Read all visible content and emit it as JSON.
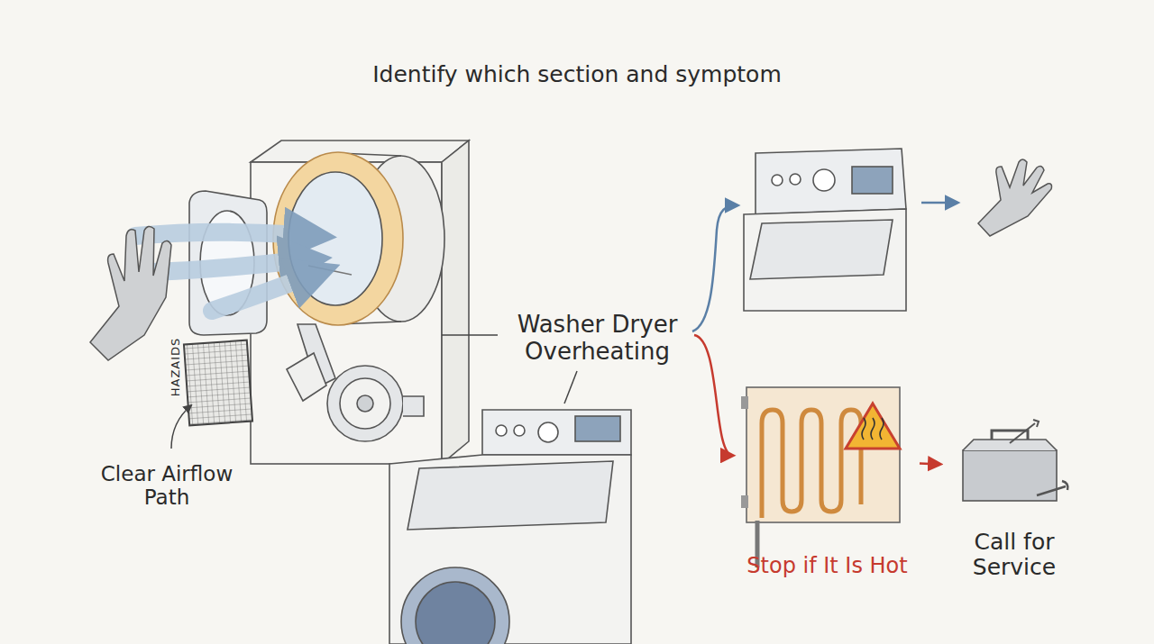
{
  "diagram": {
    "title": "Identify which section and symptom",
    "nodes": [
      {
        "text": [
          "Washer Dryer Overheating"
        ]
      },
      {
        "text": [
          "Stop if It Is Hot"
        ]
      },
      {
        "text": [
          "Call for Service"
        ]
      }
    ],
    "edges": [
      {
        "from": 0,
        "to": 1,
        "arrow": "to"
      },
      {
        "from": 1,
        "to": 2,
        "arrow": "to"
      }
    ],
    "labels": [
      "Clear Airflow Path",
      "HAZAIDS"
    ]
  }
}
